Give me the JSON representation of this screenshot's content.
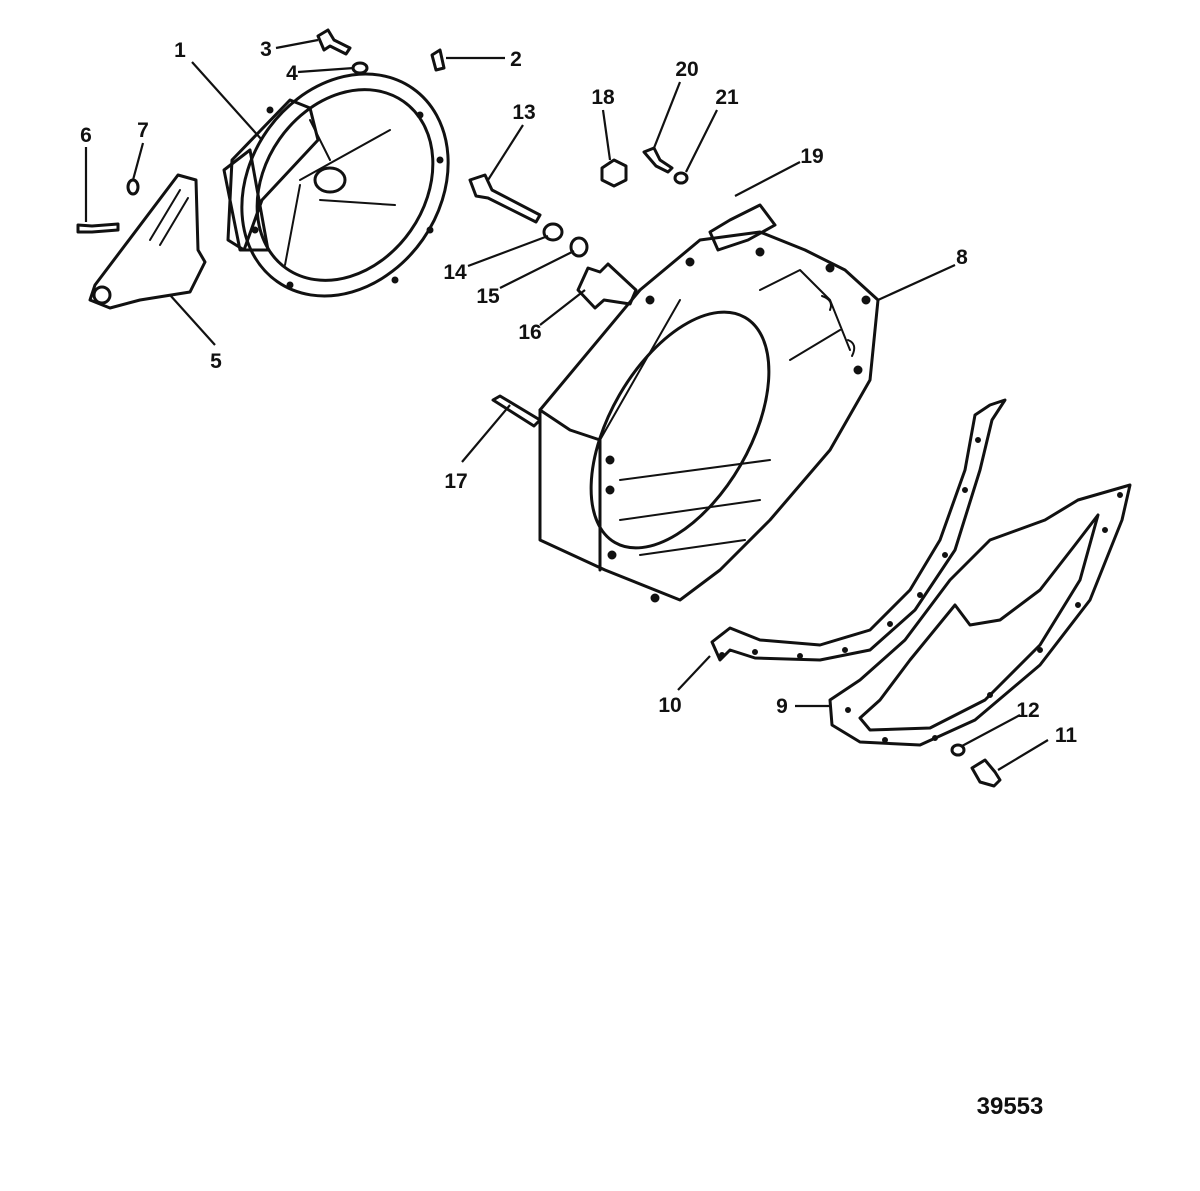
{
  "callouts": [
    "1",
    "2",
    "3",
    "4",
    "5",
    "6",
    "7",
    "8",
    "9",
    "10",
    "11",
    "12",
    "13",
    "14",
    "15",
    "16",
    "17",
    "18",
    "19",
    "20",
    "21"
  ],
  "drawing_number": "39553"
}
